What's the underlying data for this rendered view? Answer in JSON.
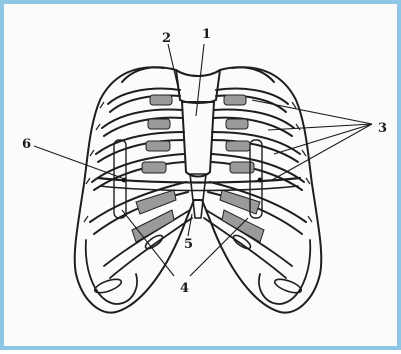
{
  "figure": {
    "labels": [
      "1",
      "2",
      "3",
      "4",
      "5",
      "6"
    ]
  }
}
